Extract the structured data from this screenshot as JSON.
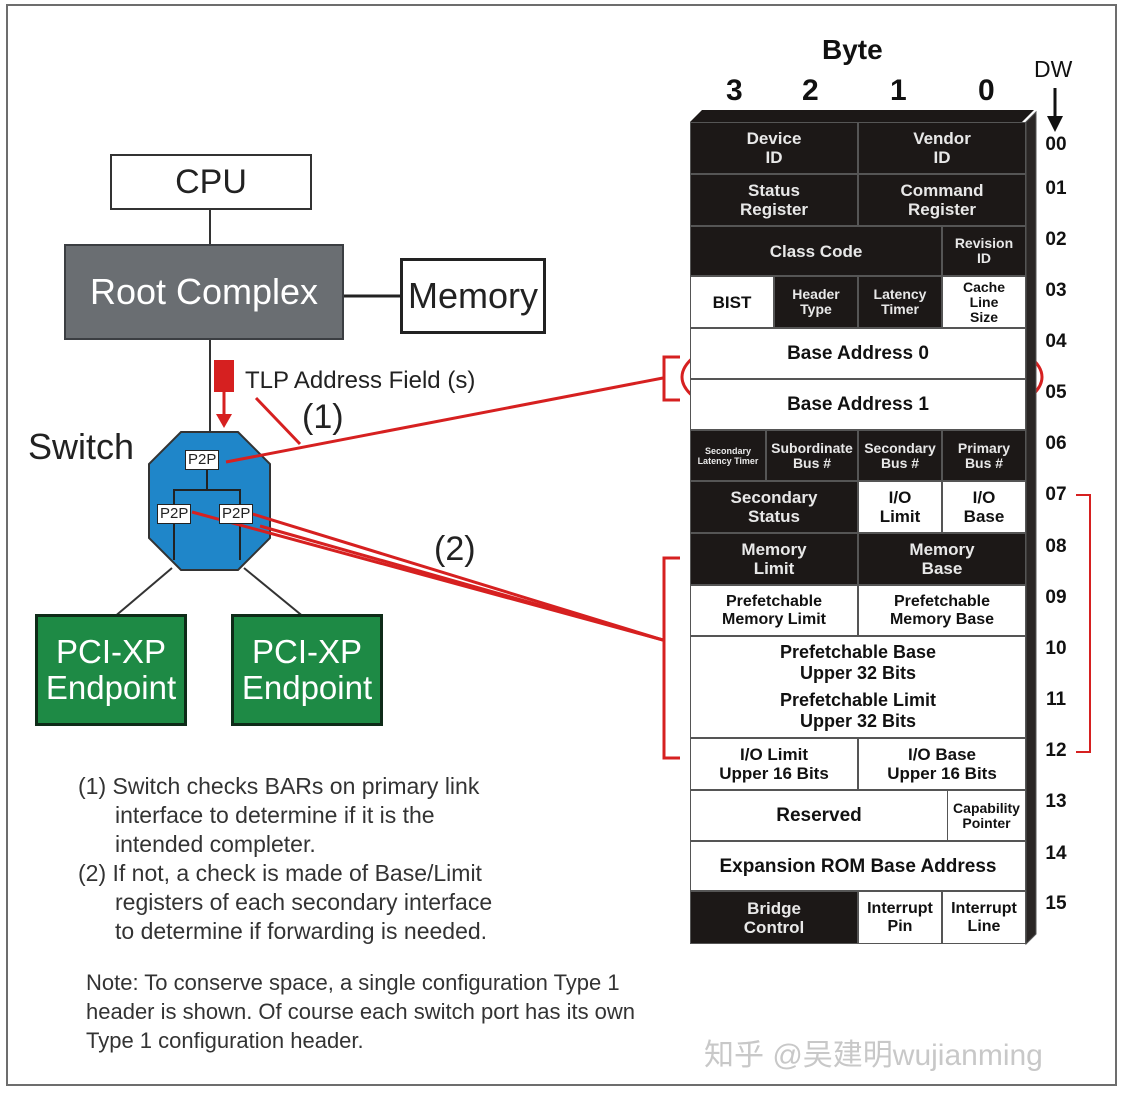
{
  "diagram": {
    "cpu_label": "CPU",
    "root_complex_label": "Root Complex",
    "memory_label": "Memory",
    "switch_label": "Switch",
    "tlp_label": "TLP Address Field (s)",
    "marker_1": "(1)",
    "marker_2": "(2)",
    "p2p_top": "P2P",
    "p2p_left": "P2P",
    "p2p_right": "P2P",
    "endpoint_1": [
      "PCI-XP",
      "Endpoint"
    ],
    "endpoint_2": [
      "PCI-XP",
      "Endpoint"
    ],
    "colors": {
      "root": "#6a6e72",
      "switch": "#1f86c9",
      "endpoint": "#1e8a45",
      "arrow": "#d62020",
      "register_dark": "#1c1817"
    }
  },
  "notes": {
    "n1_lines": [
      "(1) Switch checks BARs on primary link",
      "interface to determine if it is the",
      "intended completer."
    ],
    "n2_lines": [
      "(2) If not, a check is made of Base/Limit",
      "registers of each secondary interface",
      "to determine if forwarding is needed."
    ],
    "bottom_lines": [
      "Note: To conserve space, a single configuration Type 1",
      "header is shown. Of course each switch port has its own",
      "Type 1 configuration header."
    ]
  },
  "watermark": "知乎 @吴建明wujianming",
  "register": {
    "byte_title": "Byte",
    "byte_numbers": [
      "3",
      "2",
      "1",
      "0"
    ],
    "dw_label": "DW",
    "dw_numbers": [
      "00",
      "01",
      "02",
      "03",
      "04",
      "05",
      "06",
      "07",
      "08",
      "09",
      "10",
      "11",
      "12",
      "13",
      "14",
      "15"
    ],
    "cells": {
      "device_id": [
        "Device",
        "ID"
      ],
      "vendor_id": [
        "Vendor",
        "ID"
      ],
      "status_register": [
        "Status",
        "Register"
      ],
      "command_register": [
        "Command",
        "Register"
      ],
      "class_code": "Class Code",
      "revision_id": [
        "Revision",
        "ID"
      ],
      "bist": "BIST",
      "header_type": [
        "Header",
        "Type"
      ],
      "latency_timer": [
        "Latency",
        "Timer"
      ],
      "cache_line_size": [
        "Cache",
        "Line",
        "Size"
      ],
      "bar0": "Base Address 0",
      "bar1": "Base Address 1",
      "secondary_latency_timer": [
        "Secondary",
        "Latency Timer"
      ],
      "subordinate_bus": [
        "Subordinate",
        "Bus #"
      ],
      "secondary_bus": [
        "Secondary",
        "Bus #"
      ],
      "primary_bus": [
        "Primary",
        "Bus #"
      ],
      "secondary_status": [
        "Secondary",
        "Status"
      ],
      "io_limit": [
        "I/O",
        "Limit"
      ],
      "io_base": [
        "I/O",
        "Base"
      ],
      "memory_limit": [
        "Memory",
        "Limit"
      ],
      "memory_base": [
        "Memory",
        "Base"
      ],
      "pf_memory_limit": [
        "Prefetchable",
        "Memory Limit"
      ],
      "pf_memory_base": [
        "Prefetchable",
        "Memory Base"
      ],
      "pf_base_upper": [
        "Prefetchable Base",
        "Upper 32 Bits"
      ],
      "pf_limit_upper": [
        "Prefetchable Limit",
        "Upper 32 Bits"
      ],
      "io_limit_upper": [
        "I/O Limit",
        "Upper 16 Bits"
      ],
      "io_base_upper": [
        "I/O Base",
        "Upper 16 Bits"
      ],
      "reserved": "Reserved",
      "capability_pointer": [
        "Capability",
        "Pointer"
      ],
      "expansion_rom": "Expansion ROM Base Address",
      "bridge_control": [
        "Bridge",
        "Control"
      ],
      "interrupt_pin": [
        "Interrupt",
        "Pin"
      ],
      "interrupt_line": [
        "Interrupt",
        "Line"
      ]
    }
  }
}
